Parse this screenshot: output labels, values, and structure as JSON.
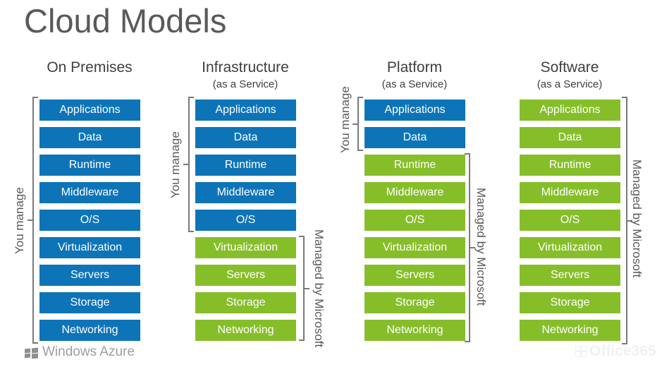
{
  "page": {
    "title": "Cloud Models"
  },
  "palette": {
    "blue": "#0e74b8",
    "green": "#86be2a",
    "bracket_gray": "#7a7a7a",
    "label_gray": "#595959"
  },
  "columns": [
    {
      "header": "On Premises",
      "subheader": "",
      "left_bracket_label": "You manage",
      "layers": [
        {
          "label": "Applications",
          "color": "blue"
        },
        {
          "label": "Data",
          "color": "blue"
        },
        {
          "label": "Runtime",
          "color": "blue"
        },
        {
          "label": "Middleware",
          "color": "blue"
        },
        {
          "label": "O/S",
          "color": "blue"
        },
        {
          "label": "Virtualization",
          "color": "blue"
        },
        {
          "label": "Servers",
          "color": "blue"
        },
        {
          "label": "Storage",
          "color": "blue"
        },
        {
          "label": "Networking",
          "color": "blue"
        }
      ]
    },
    {
      "header": "Infrastructure",
      "subheader": "(as a Service)",
      "left_bracket_label": "You manage",
      "right_bracket_label": "Managed by Microsoft",
      "layers": [
        {
          "label": "Applications",
          "color": "blue"
        },
        {
          "label": "Data",
          "color": "blue"
        },
        {
          "label": "Runtime",
          "color": "blue"
        },
        {
          "label": "Middleware",
          "color": "blue"
        },
        {
          "label": "O/S",
          "color": "blue"
        },
        {
          "label": "Virtualization",
          "color": "green"
        },
        {
          "label": "Servers",
          "color": "green"
        },
        {
          "label": "Storage",
          "color": "green"
        },
        {
          "label": "Networking",
          "color": "green"
        }
      ]
    },
    {
      "header": "Platform",
      "subheader": "(as a Service)",
      "left_bracket_label": "You manage",
      "right_bracket_label": "Managed by Microsoft",
      "layers": [
        {
          "label": "Applications",
          "color": "blue"
        },
        {
          "label": "Data",
          "color": "blue"
        },
        {
          "label": "Runtime",
          "color": "green"
        },
        {
          "label": "Middleware",
          "color": "green"
        },
        {
          "label": "O/S",
          "color": "green"
        },
        {
          "label": "Virtualization",
          "color": "green"
        },
        {
          "label": "Servers",
          "color": "green"
        },
        {
          "label": "Storage",
          "color": "green"
        },
        {
          "label": "Networking",
          "color": "green"
        }
      ]
    },
    {
      "header": "Software",
      "subheader": "(as a Service)",
      "right_bracket_label": "Managed by Microsoft",
      "layers": [
        {
          "label": "Applications",
          "color": "green"
        },
        {
          "label": "Data",
          "color": "green"
        },
        {
          "label": "Runtime",
          "color": "green"
        },
        {
          "label": "Middleware",
          "color": "green"
        },
        {
          "label": "O/S",
          "color": "green"
        },
        {
          "label": "Virtualization",
          "color": "green"
        },
        {
          "label": "Servers",
          "color": "green"
        },
        {
          "label": "Storage",
          "color": "green"
        },
        {
          "label": "Networking",
          "color": "green"
        }
      ]
    }
  ],
  "footer": {
    "brand": "Windows Azure"
  },
  "watermark": {
    "text": "Office365"
  }
}
